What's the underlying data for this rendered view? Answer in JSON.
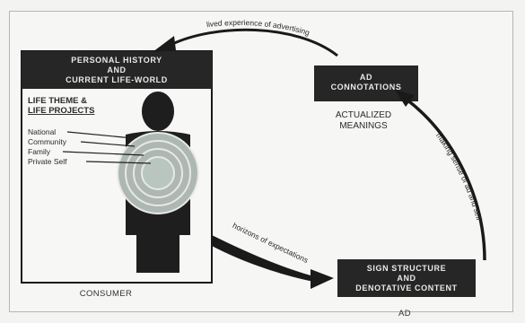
{
  "consumer_box": {
    "header_line1": "PERSONAL HISTORY",
    "header_line2": "AND",
    "header_line3": "CURRENT LIFE-WORLD",
    "theme_line1": "LIFE THEME &",
    "theme_line2": "LIFE PROJECTS",
    "layers": [
      "National",
      "Community",
      "Family",
      "Private Self"
    ],
    "caption": "CONSUMER"
  },
  "ad_connotations": {
    "line1": "AD",
    "line2": "CONNOTATIONS",
    "sub_line1": "ACTUALIZED",
    "sub_line2": "MEANINGS"
  },
  "sign_structure": {
    "line1": "SIGN STRUCTURE",
    "line2": "AND",
    "line3": "DENOTATIVE CONTENT",
    "caption": "AD"
  },
  "arrows": {
    "top": "lived experience of advertising",
    "right": "making sense of ad and self",
    "bottom": "horizons of expectations"
  }
}
